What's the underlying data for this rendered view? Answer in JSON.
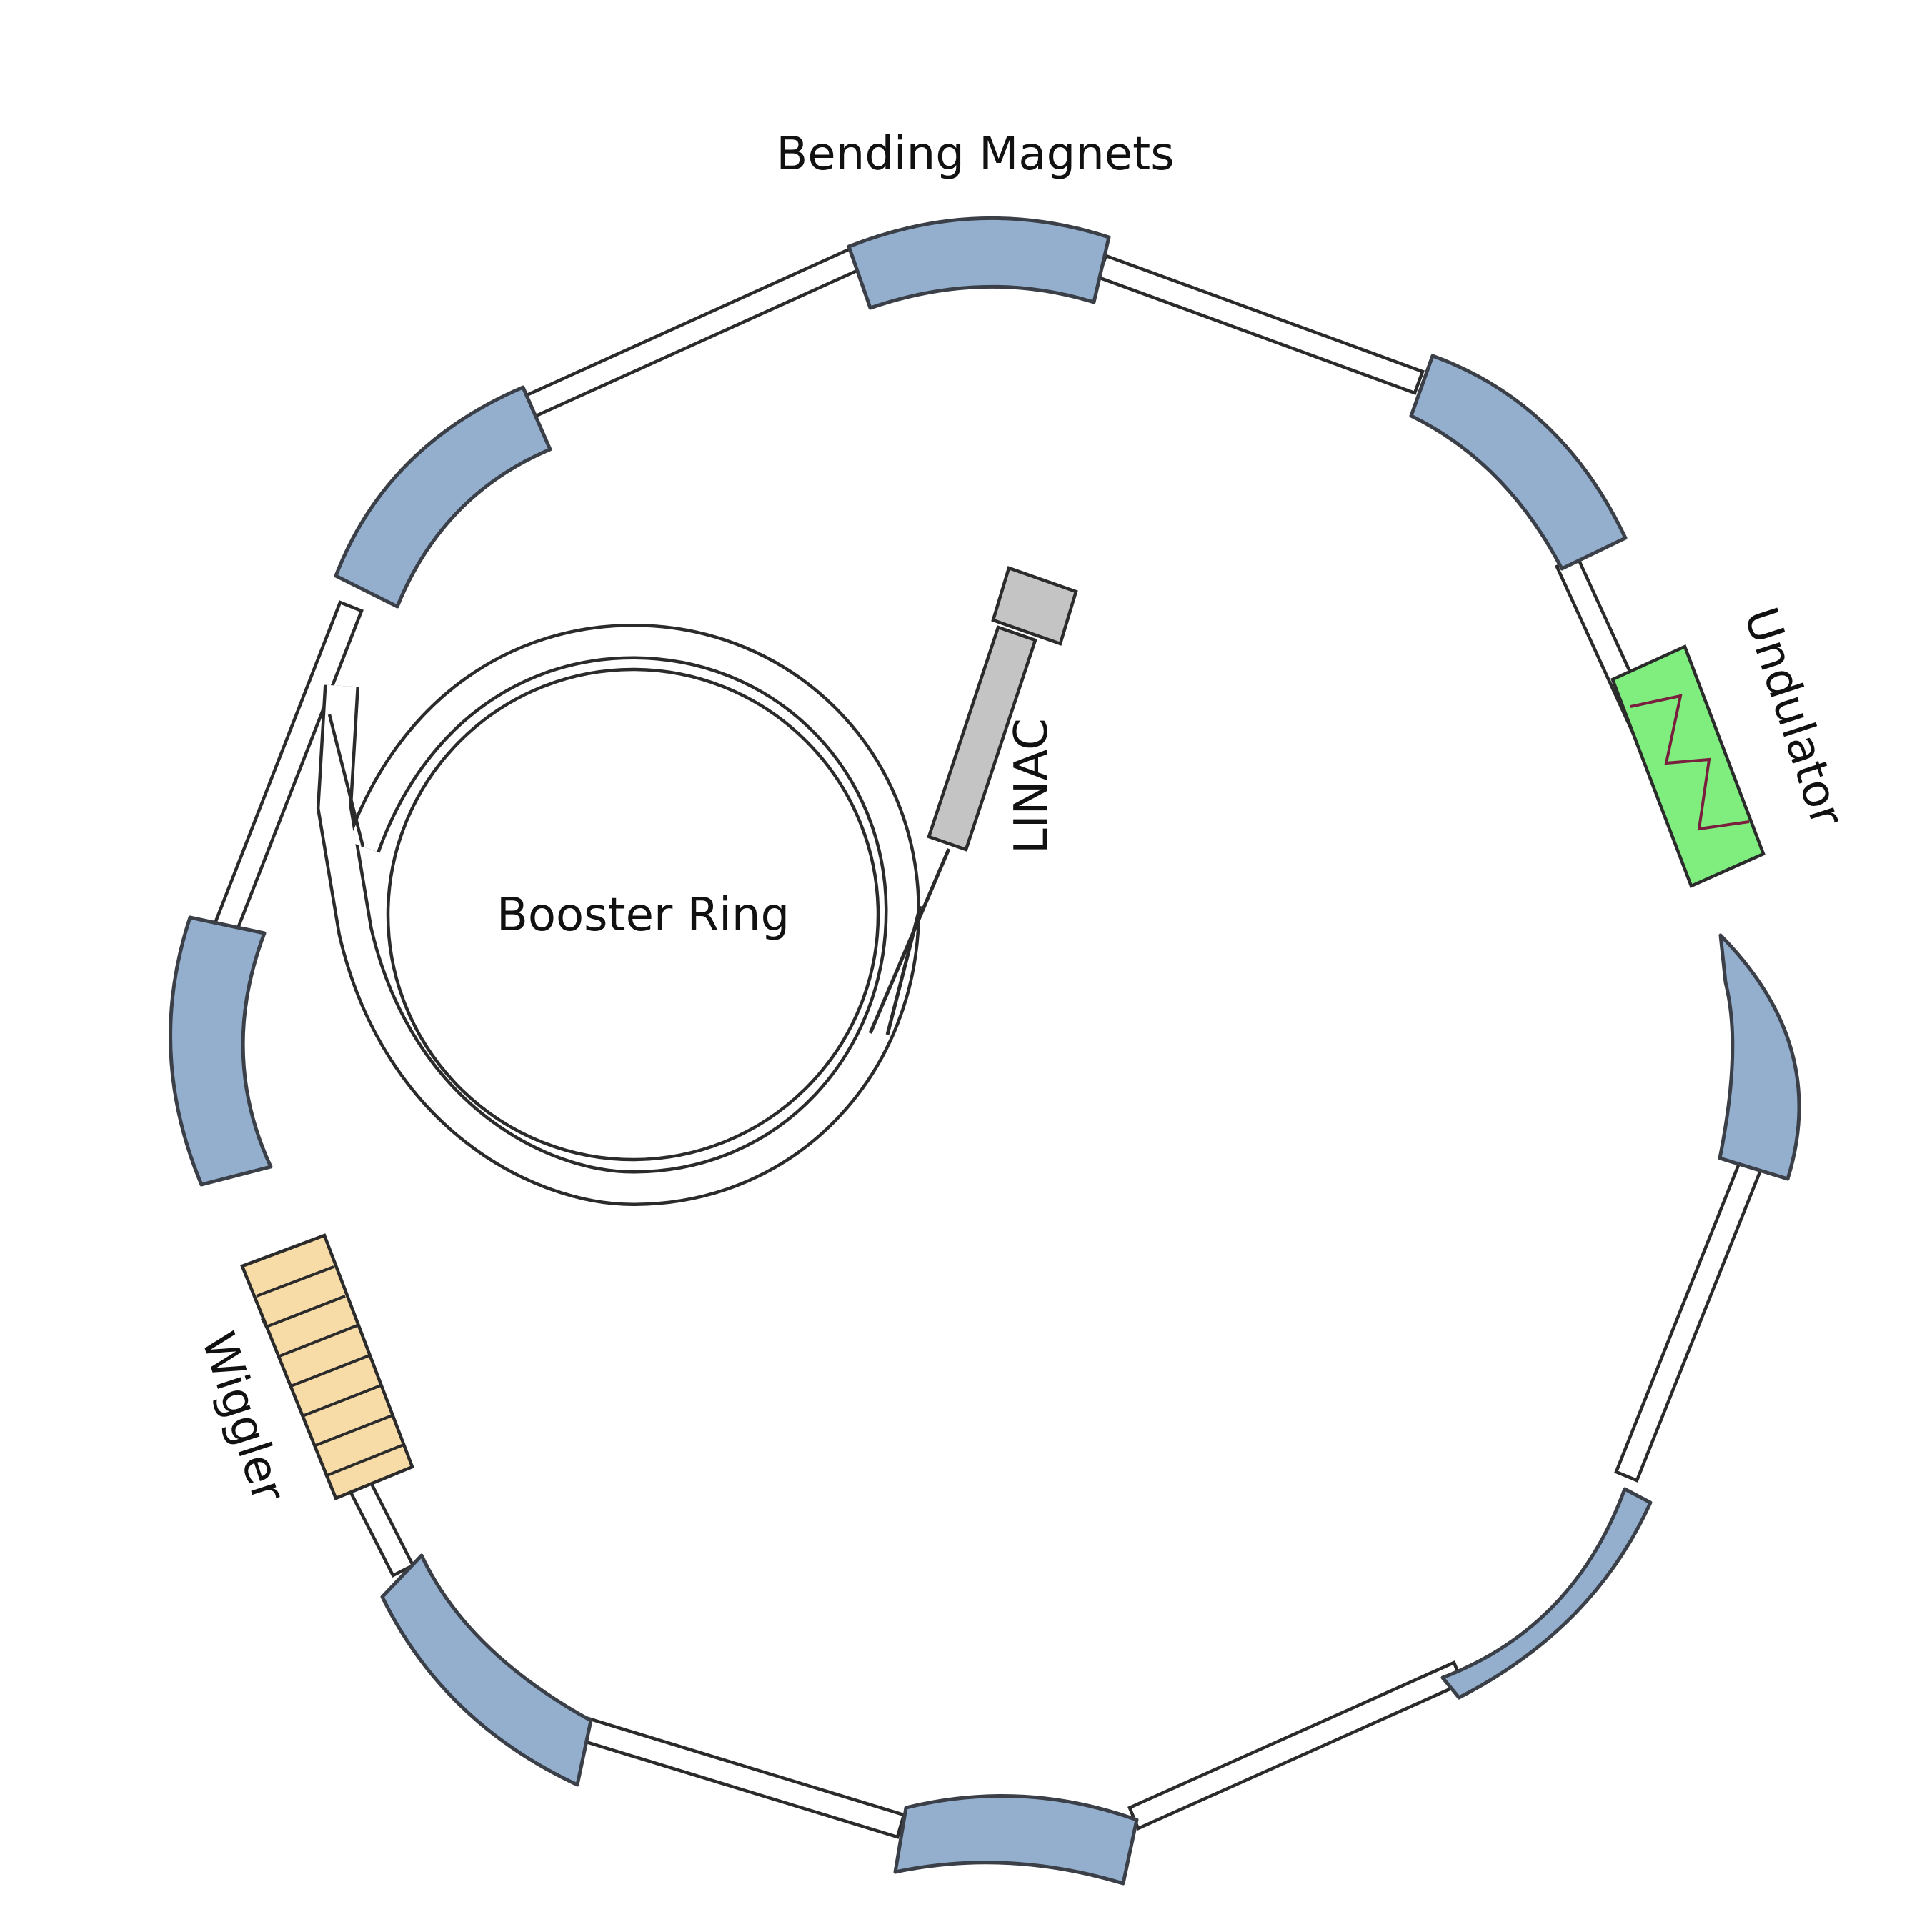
{
  "labels": {
    "bending_magnets": "Bending Magnets",
    "booster_ring": "Booster Ring",
    "linac": "LINAC",
    "undulator": "Undulator",
    "wiggler": "Wiggler"
  },
  "colors": {
    "magnet_fill": "#93afcd",
    "undulator_fill": "#7fee7f",
    "wiggler_fill": "#f7dca8",
    "linac_fill": "#c4c4c4",
    "outline": "#2b2b2b",
    "undulator_zigzag": "#7a1f3d"
  }
}
